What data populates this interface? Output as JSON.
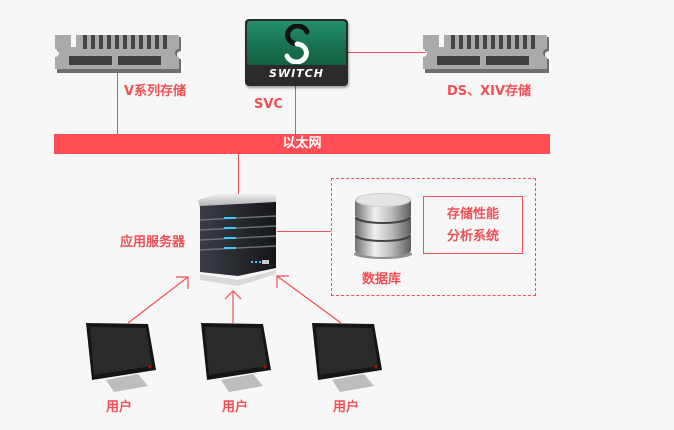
{
  "nodes": {
    "v_storage": {
      "label": "V系列存储",
      "icon": "memory-module-icon"
    },
    "svc": {
      "label": "SVC",
      "icon_text": "SWITCH",
      "icon": "switch-icon"
    },
    "ds_xiv_storage": {
      "label": "DS、XIV存储",
      "icon": "memory-module-icon"
    },
    "ethernet": {
      "label": "以太网"
    },
    "app_server": {
      "label": "应用服务器",
      "icon": "server-icon"
    },
    "database": {
      "label": "数据库",
      "icon": "database-icon"
    },
    "perf_system": {
      "line1": "存储性能",
      "line2": "分析系统"
    },
    "users": [
      {
        "label": "用户",
        "icon": "monitor-icon"
      },
      {
        "label": "用户",
        "icon": "monitor-icon"
      },
      {
        "label": "用户",
        "icon": "monitor-icon"
      }
    ]
  },
  "colors": {
    "accent": "#ff4e55",
    "line": "#f05056",
    "background": "#f7f7f7",
    "switch_green": "#1a7a5a"
  }
}
